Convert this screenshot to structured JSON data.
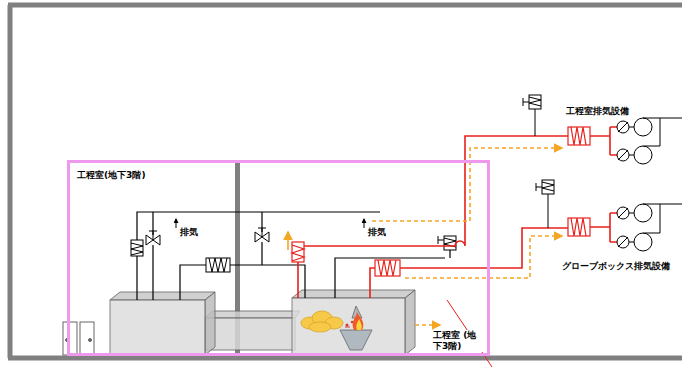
{
  "diagram": {
    "nodes": [
      {
        "text": [
          "工程室(地下3階)"
        ]
      }
    ],
    "labels": [
      "工程室排気設備",
      "排気",
      "排気",
      "グローブボックス排気設備",
      "工程室 (地下3階)"
    ]
  }
}
